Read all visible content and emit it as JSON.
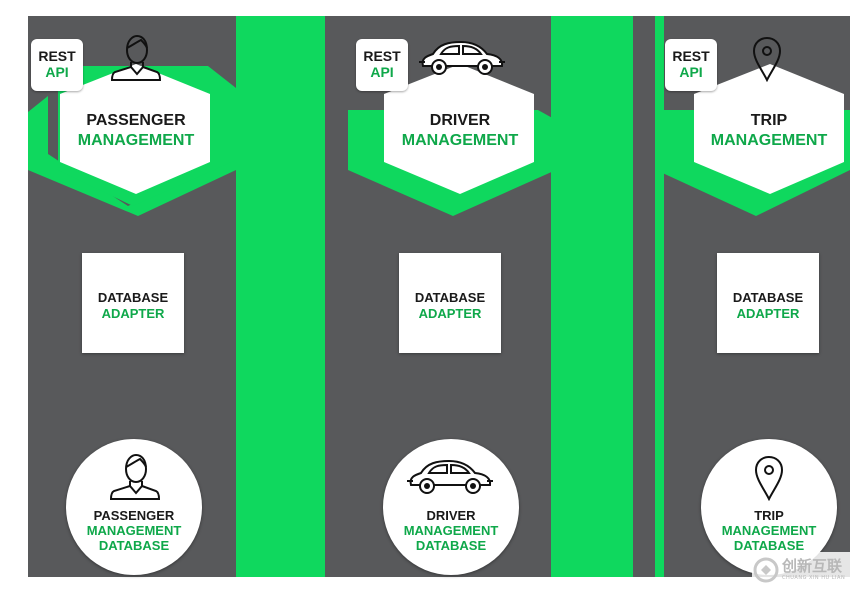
{
  "columns": [
    {
      "id": "passenger",
      "api_line1": "REST",
      "api_line2": "API",
      "title_line1": "PASSENGER",
      "title_line2": "MANAGEMENT",
      "adapter_line1": "DATABASE",
      "adapter_line2": "ADAPTER",
      "db_line1": "PASSENGER",
      "db_line2": "MANAGEMENT",
      "db_line3": "DATABASE",
      "icon": "person-icon"
    },
    {
      "id": "driver",
      "api_line1": "REST",
      "api_line2": "API",
      "title_line1": "DRIVER",
      "title_line2": "MANAGEMENT",
      "adapter_line1": "DATABASE",
      "adapter_line2": "ADAPTER",
      "db_line1": "DRIVER",
      "db_line2": "MANAGEMENT",
      "db_line3": "DATABASE",
      "icon": "car-icon"
    },
    {
      "id": "trip",
      "api_line1": "REST",
      "api_line2": "API",
      "title_line1": "TRIP",
      "title_line2": "MANAGEMENT",
      "adapter_line1": "DATABASE",
      "adapter_line2": "ADAPTER",
      "db_line1": "TRIP",
      "db_line2": "MANAGEMENT",
      "db_line3": "DATABASE",
      "icon": "map-pin-icon"
    }
  ],
  "watermark": {
    "text": "创新互联",
    "subtext": "CHUANG XIN HU LIAN"
  },
  "colors": {
    "green": "#0fd85e",
    "gray": "#58595b",
    "green_text": "#0fa84a"
  }
}
